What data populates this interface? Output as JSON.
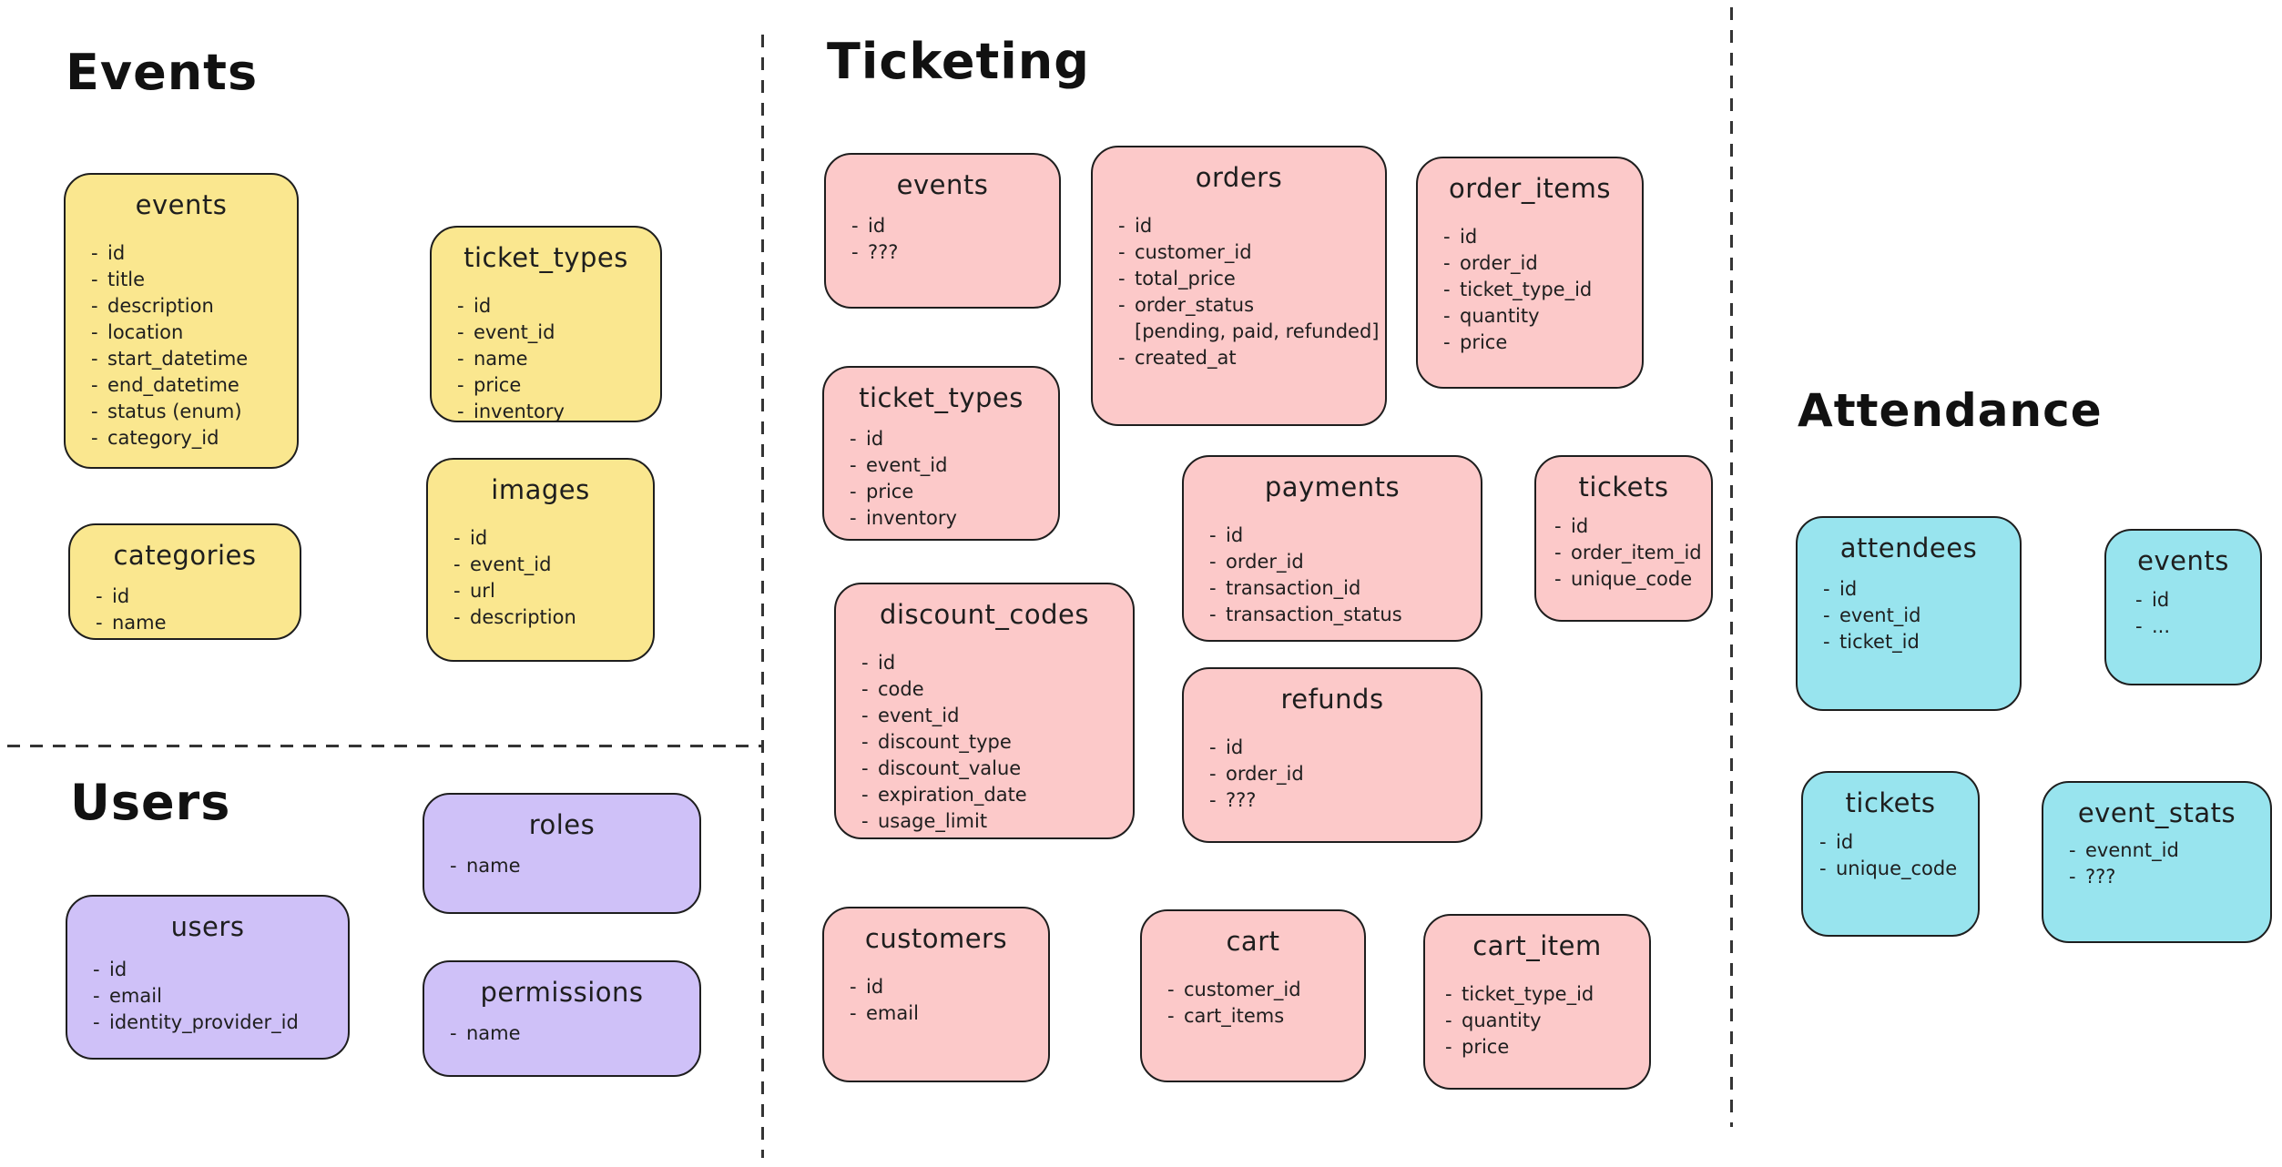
{
  "palette": {
    "events_yellow": "#fae78f",
    "ticketing_pink": "#fcc9c9",
    "users_purple": "#cfc1f8",
    "attendance_cyan": "#98e4ee",
    "stroke": "#1e1e1e",
    "divider": "#343434"
  },
  "sections": {
    "events": {
      "title": "Events",
      "tables": [
        {
          "name": "events",
          "fields": [
            "id",
            "title",
            "description",
            "location",
            "start_datetime",
            "end_datetime",
            "status (enum)",
            "category_id"
          ]
        },
        {
          "name": "ticket_types",
          "fields": [
            "id",
            "event_id",
            "name",
            "price",
            "inventory"
          ]
        },
        {
          "name": "categories",
          "fields": [
            "id",
            "name"
          ]
        },
        {
          "name": "images",
          "fields": [
            "id",
            "event_id",
            "url",
            "description"
          ]
        }
      ]
    },
    "users": {
      "title": "Users",
      "tables": [
        {
          "name": "roles",
          "fields": [
            "name"
          ]
        },
        {
          "name": "users",
          "fields": [
            "id",
            "email",
            "identity_provider_id"
          ]
        },
        {
          "name": "permissions",
          "fields": [
            "name"
          ]
        }
      ]
    },
    "ticketing": {
      "title": "Ticketing",
      "tables": [
        {
          "name": "events",
          "fields": [
            "id",
            "???"
          ]
        },
        {
          "name": "orders",
          "fields": [
            "id",
            "customer_id",
            "total_price",
            "order_status",
            "[pending, paid, refunded]",
            "created_at"
          ]
        },
        {
          "name": "order_items",
          "fields": [
            "id",
            "order_id",
            "ticket_type_id",
            "quantity",
            "price"
          ]
        },
        {
          "name": "ticket_types",
          "fields": [
            "id",
            "event_id",
            "price",
            "inventory"
          ]
        },
        {
          "name": "payments",
          "fields": [
            "id",
            "order_id",
            "transaction_id",
            "transaction_status"
          ]
        },
        {
          "name": "tickets",
          "fields": [
            "id",
            "order_item_id",
            "unique_code"
          ]
        },
        {
          "name": "discount_codes",
          "fields": [
            "id",
            "code",
            "event_id",
            "discount_type",
            "discount_value",
            "expiration_date",
            "usage_limit"
          ]
        },
        {
          "name": "refunds",
          "fields": [
            "id",
            "order_id",
            "???"
          ]
        },
        {
          "name": "customers",
          "fields": [
            "id",
            "email"
          ]
        },
        {
          "name": "cart",
          "fields": [
            "customer_id",
            "cart_items"
          ]
        },
        {
          "name": "cart_item",
          "fields": [
            "ticket_type_id",
            "quantity",
            "price"
          ]
        }
      ]
    },
    "attendance": {
      "title": "Attendance",
      "tables": [
        {
          "name": "attendees",
          "fields": [
            "id",
            "event_id",
            "ticket_id"
          ]
        },
        {
          "name": "events",
          "fields": [
            "id",
            "..."
          ]
        },
        {
          "name": "tickets",
          "fields": [
            "id",
            "unique_code"
          ]
        },
        {
          "name": "event_stats",
          "fields": [
            "evennt_id",
            "???"
          ]
        }
      ]
    }
  }
}
